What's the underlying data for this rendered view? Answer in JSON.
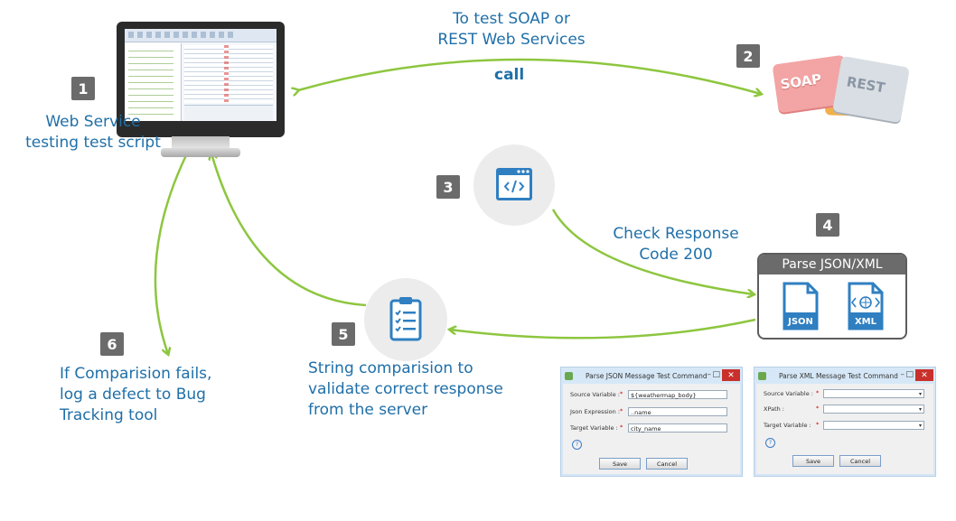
{
  "steps": {
    "s1": {
      "num": "1",
      "lines": [
        "Web Service",
        "testing test script"
      ]
    },
    "s2": {
      "num": "2",
      "soap": "SOAP",
      "rest": "REST"
    },
    "s3": {
      "num": "3",
      "icon": "code-window-icon"
    },
    "s4": {
      "num": "4",
      "title": "Parse JSON/XML",
      "json": "JSON",
      "xml": "XML"
    },
    "s5": {
      "num": "5",
      "lines": [
        "String comparision to",
        "validate correct response",
        "from the server"
      ],
      "icon": "clipboard-checklist-icon"
    },
    "s6": {
      "num": "6",
      "lines": [
        "If Comparision fails,",
        "log a defect to Bug",
        "Tracking tool"
      ]
    }
  },
  "edges": {
    "top": {
      "lines": [
        "To test SOAP or",
        "REST Web Services"
      ],
      "call": "call"
    },
    "check": {
      "lines": [
        "Check Response",
        "Code 200"
      ]
    }
  },
  "dialogs": {
    "json": {
      "title": "Parse JSON Message Test Command",
      "fields": [
        {
          "label": "Source Variable :",
          "value": "${weathermap_body}"
        },
        {
          "label": "Json Expression :",
          "value": "..name"
        },
        {
          "label": "Target Variable :",
          "value": "city_name"
        }
      ],
      "save": "Save",
      "cancel": "Cancel"
    },
    "xml": {
      "title": "Parse XML Message Test Command",
      "fields": [
        {
          "label": "Source Variable :"
        },
        {
          "label": "XPath :"
        },
        {
          "label": "Target Variable :"
        }
      ],
      "save": "Save",
      "cancel": "Cancel"
    }
  },
  "colors": {
    "arrow": "#8dc63f",
    "label": "#1f6fa8",
    "badge": "#6b6b6b",
    "file": "#2f7fc1"
  }
}
